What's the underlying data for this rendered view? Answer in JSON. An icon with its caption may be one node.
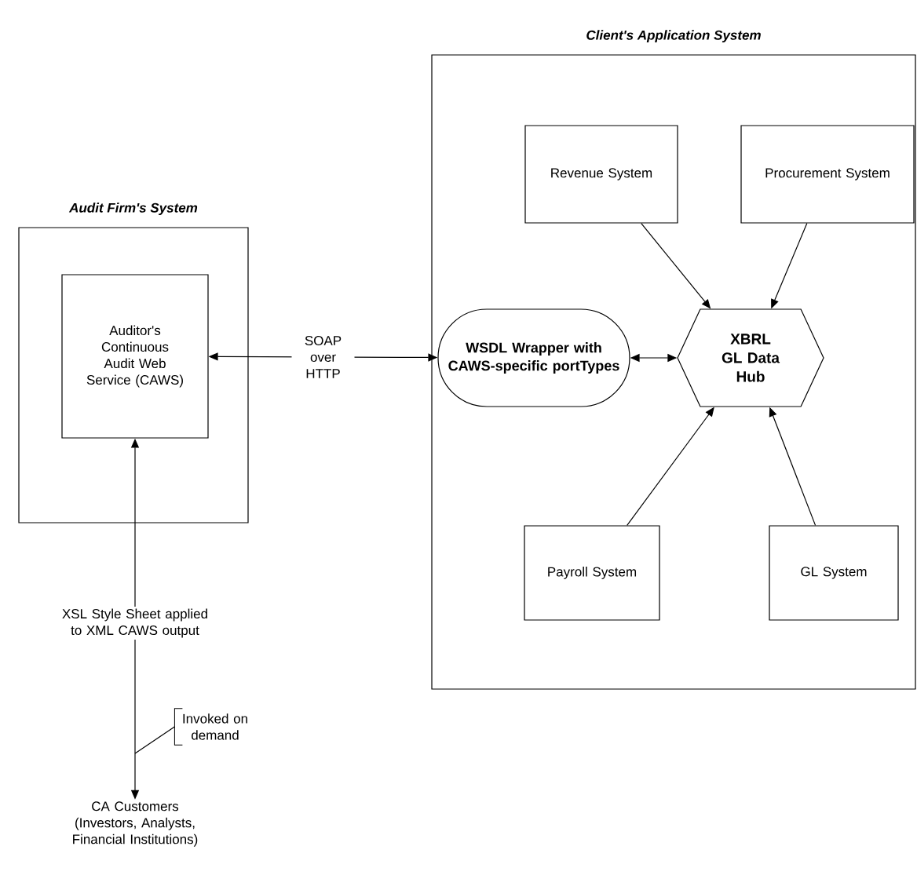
{
  "diagram": {
    "nodes": [
      {
        "text": [
          "Audit Firm's System"
        ]
      },
      {
        "text": [
          "Auditor's Continuous Audit Web Service (CAWS)"
        ],
        "in": 0
      },
      {
        "text": [
          "Client's Application System"
        ]
      },
      {
        "text": [
          "Revenue System"
        ],
        "in": 2
      },
      {
        "text": [
          "Procurement System"
        ],
        "in": 2
      },
      {
        "text": [
          "WSDL Wrapper with CAWS-specific portTypes"
        ],
        "in": 2
      },
      {
        "text": [
          "XBRL GL Data Hub"
        ],
        "in": 2
      },
      {
        "text": [
          "Payroll System"
        ],
        "in": 2
      },
      {
        "text": [
          "GL System"
        ],
        "in": 2
      },
      {
        "text": [
          "XSL Style Sheet applied to XML CAWS output"
        ]
      },
      {
        "text": [
          "Invoked on demand"
        ]
      },
      {
        "text": [
          "CA Customers (Investors, Analysts, Financial Institutions)"
        ]
      }
    ],
    "edges": [
      {
        "from": 5,
        "to": 1,
        "arrow": "both",
        "label": "SOAP over HTTP"
      },
      {
        "from": 5,
        "to": 6,
        "arrow": "both"
      },
      {
        "from": 3,
        "to": 6,
        "arrow": "to"
      },
      {
        "from": 4,
        "to": 6,
        "arrow": "to"
      },
      {
        "from": 7,
        "to": 6,
        "arrow": "to"
      },
      {
        "from": 8,
        "to": 6,
        "arrow": "to"
      },
      {
        "from": 9,
        "to": 1,
        "arrow": "to"
      },
      {
        "from": 9,
        "to": 11,
        "arrow": "to"
      },
      {
        "from": 10,
        "to": null,
        "arrow": "none"
      }
    ]
  }
}
